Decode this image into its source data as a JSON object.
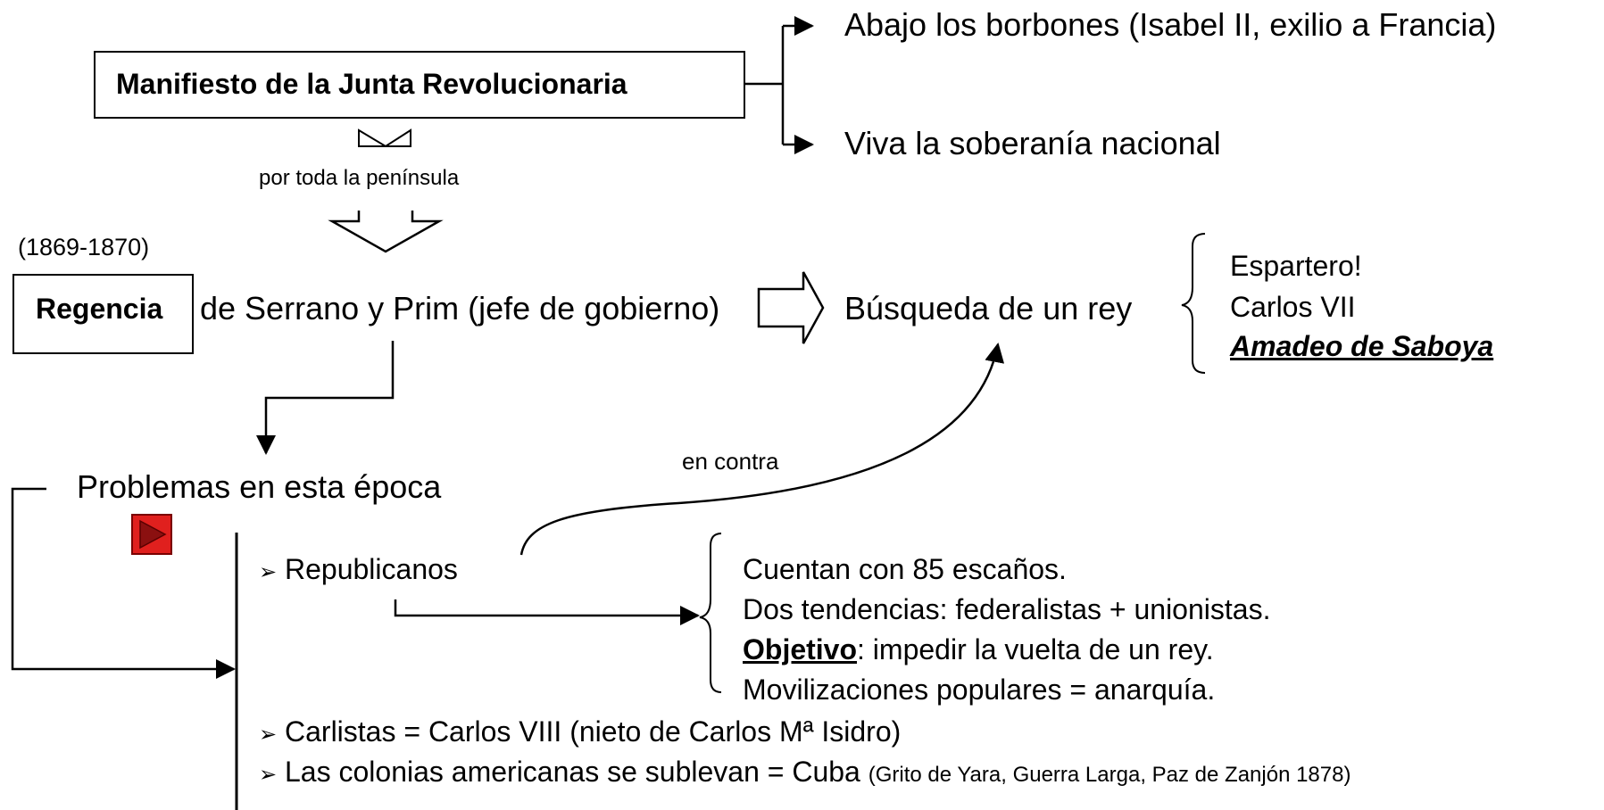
{
  "manifiesto": {
    "title": "Manifiesto de la Junta Revolucionaria",
    "outcomes": [
      "Abajo los borbones (Isabel II, exilio a Francia)",
      "Viva la soberanía nacional"
    ],
    "spread_label": "por toda la península"
  },
  "regencia": {
    "years": "(1869-1870)",
    "label": "Regencia",
    "detail": "de Serrano y Prim (jefe de gobierno)"
  },
  "busqueda": {
    "label": "Búsqueda de un rey",
    "candidates": [
      "Espartero!",
      "Carlos VII",
      "Amadeo de Saboya"
    ]
  },
  "problemas": {
    "title": "Problemas en esta época",
    "en_contra": "en contra",
    "republicanos": {
      "label": "Republicanos",
      "details": [
        "Cuentan con 85 escaños.",
        "Dos tendencias: federalistas + unionistas.",
        "Movilizaciones populares = anarquía."
      ],
      "objetivo_label": "Objetivo",
      "objetivo_text": ": impedir la vuelta de un rey."
    },
    "carlistas": "Carlistas = Carlos VIII (nieto de Carlos Mª Isidro)",
    "colonias_main": "Las colonias americanas se sublevan = Cuba",
    "colonias_note": "(Grito de Yara, Guerra Larga, Paz de Zanjón 1878)"
  },
  "colors": {
    "line": "#000000",
    "play_button": "#e0201e",
    "play_border": "#7a0000"
  },
  "icons": {
    "bullet": "➢",
    "play": "play-icon"
  }
}
